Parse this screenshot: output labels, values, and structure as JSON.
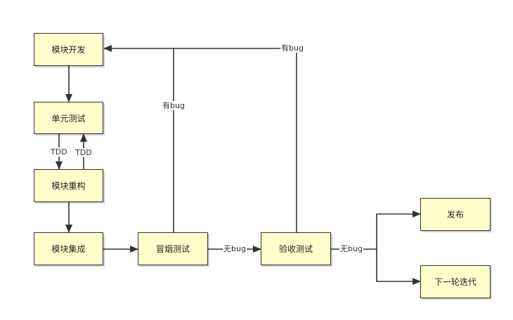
{
  "nodes": {
    "module_dev": "模块开发",
    "unit_test": "单元测试",
    "module_refactor": "模块重构",
    "module_integration": "模块集成",
    "smoke_test": "冒烟测试",
    "acceptance_test": "验收测试",
    "release": "发布",
    "next_iteration": "下一轮迭代"
  },
  "edge_labels": {
    "tdd_down": "TDD",
    "tdd_up": "TDD",
    "smoke_has_bug": "有bug",
    "acceptance_has_bug": "有bug",
    "smoke_no_bug": "无bug",
    "acceptance_no_bug": "无bug"
  },
  "colors": {
    "node_fill": "#ffffcc",
    "node_border": "#333333",
    "edge": "#333333"
  }
}
